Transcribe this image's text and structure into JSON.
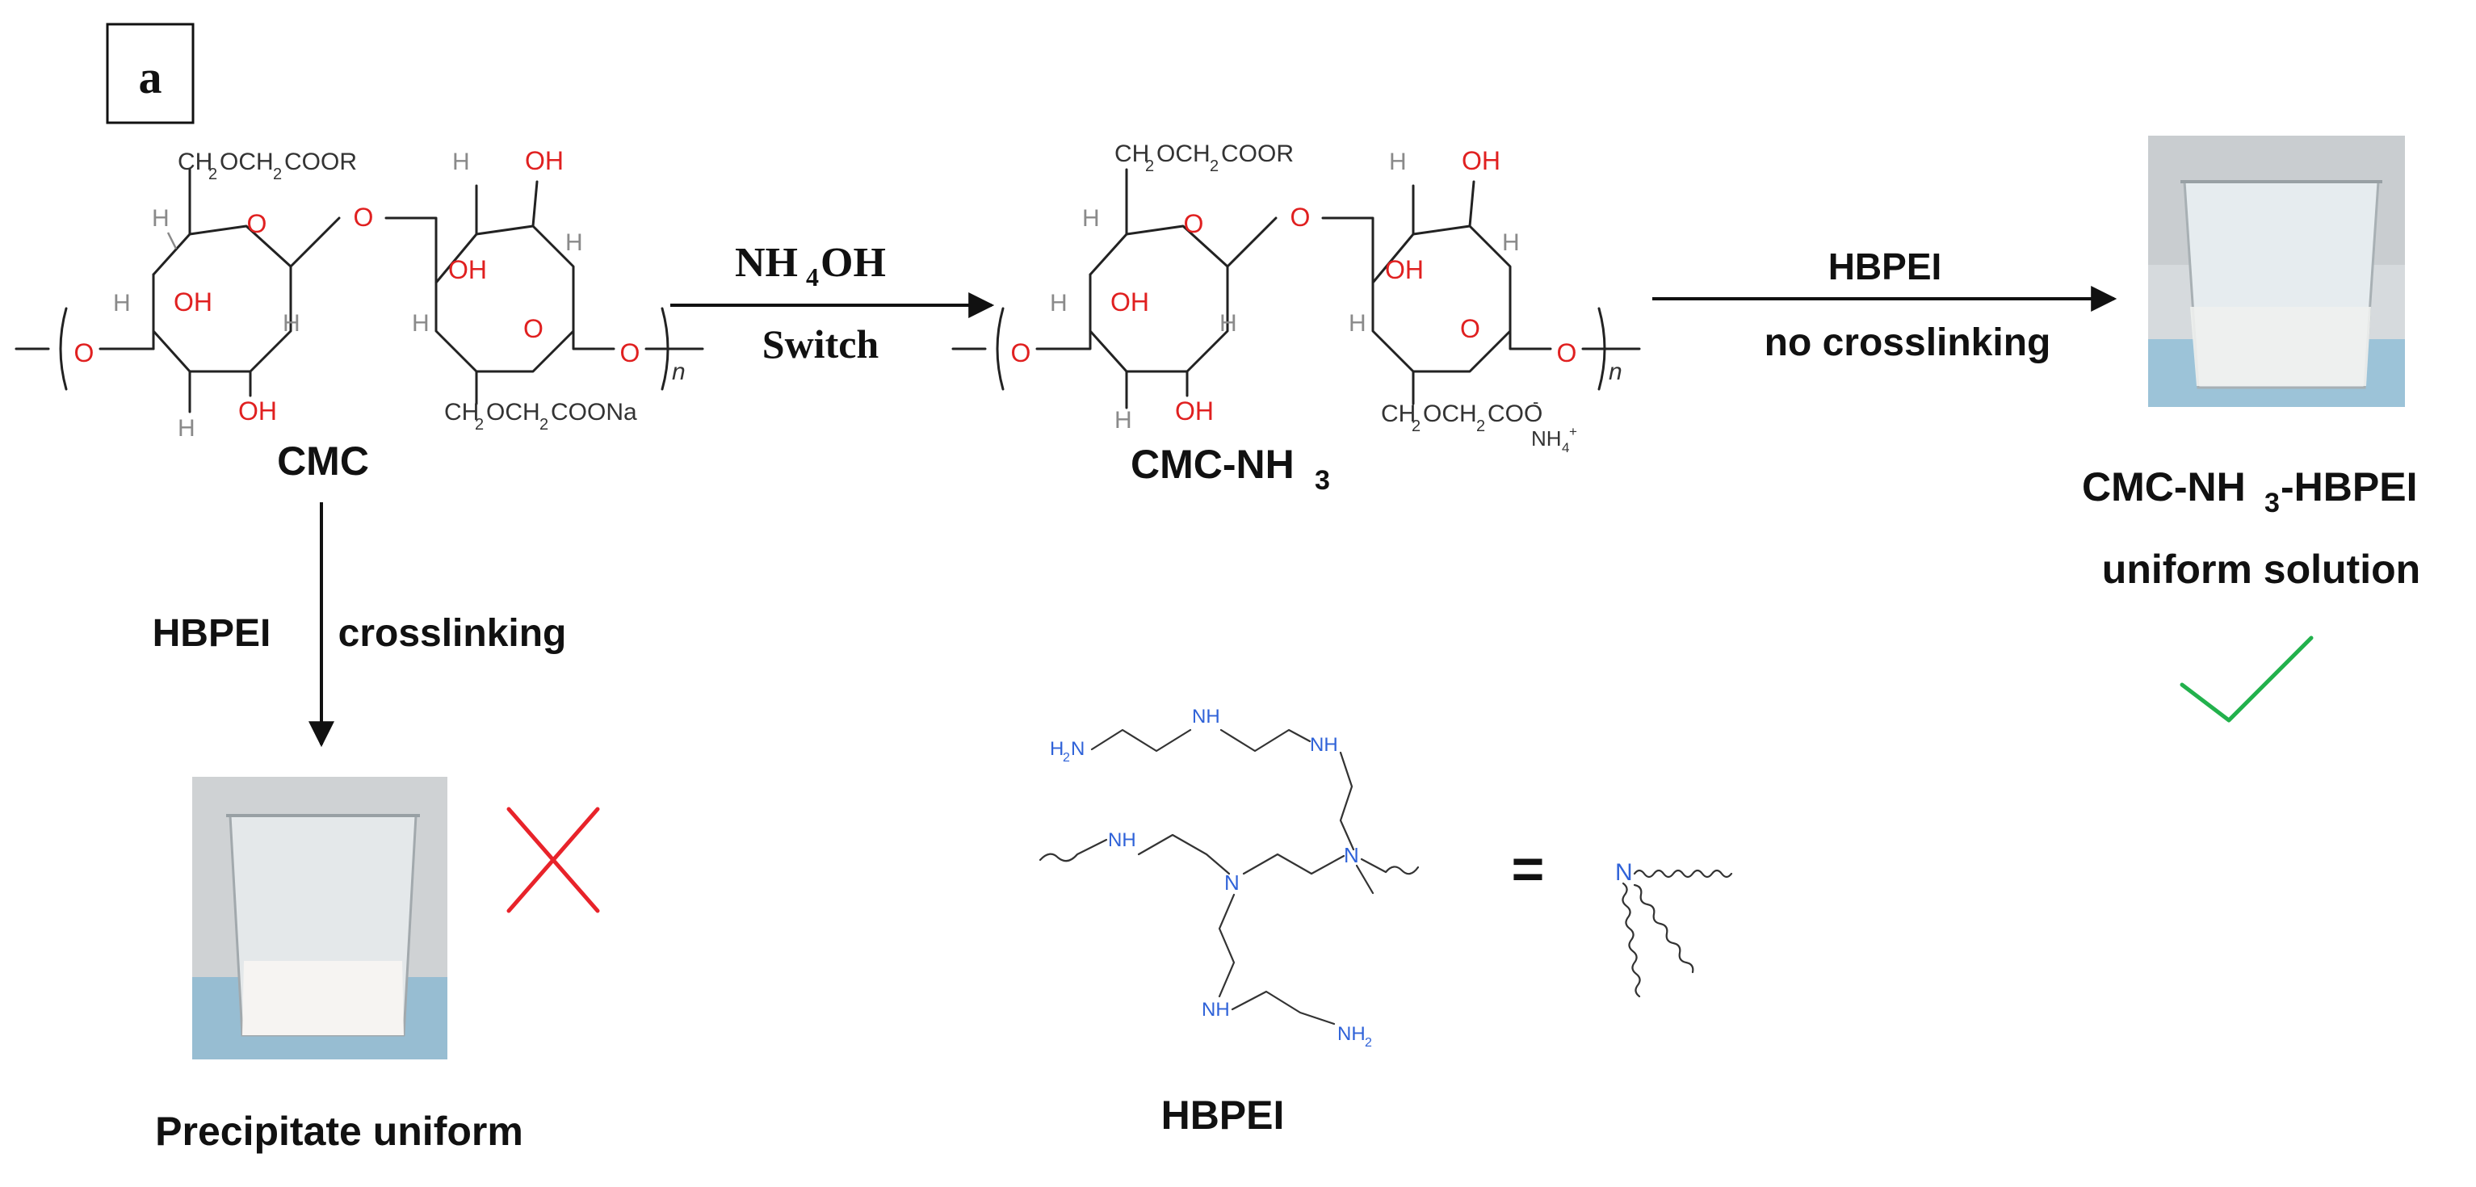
{
  "panel_label": "a",
  "labels": {
    "cmc": "CMC",
    "cmc_nh3": "CMC-NH",
    "cmc_nh3_sub": "3",
    "nh4oh_main": "NH",
    "nh4oh_sub": "4",
    "nh4oh_tail": "OH",
    "switch": "Switch",
    "hbpei_arrow": "HBPEI",
    "no_crosslinking": "no crosslinking",
    "hbpei_down": "HBPEI",
    "crosslinking": "crosslinking",
    "product_main": "CMC-NH",
    "product_sub": "3",
    "product_tail": "-HBPEI",
    "uniform_solution": "uniform solution",
    "precipitate": "Precipitate uniform",
    "hbpei_struct": "HBPEI",
    "equals": "="
  },
  "chem_text": {
    "top_sub_a": "CH",
    "top_sub_b": "2",
    "top_sub_c": "OCH",
    "top_sub_d": "2",
    "top_sub_e": "COOR",
    "bot_sub_na_a": "CH",
    "bot_sub_na_b": "2",
    "bot_sub_na_c": "OCH",
    "bot_sub_na_d": "2",
    "bot_sub_na_e": "COONa",
    "bot_sub_nh4_e": "COO",
    "neg": "-",
    "nh4": "NH",
    "nh4_sub": "4",
    "nh4_plus": "+",
    "oh": "OH",
    "h": "H",
    "o": "O",
    "n_index": "n",
    "amine_nh": "NH",
    "amine_n": "N",
    "h2n": "H",
    "h2n_sub": "2",
    "h2n_tail": "N",
    "nh2": "NH",
    "nh2_sub": "2"
  },
  "colors": {
    "oxygen_hydroxyl": "#e02020",
    "hydrogen": "#8a8a8a",
    "nitrogen": "#2f62d8",
    "check": "#22b14c",
    "cross": "#e8232a"
  }
}
